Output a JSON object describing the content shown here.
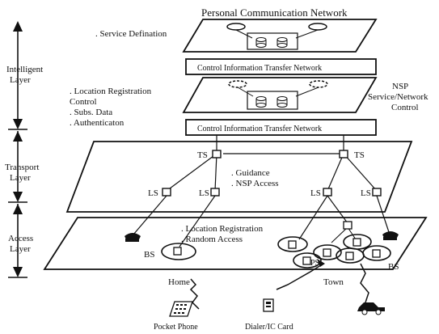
{
  "title": "Personal Communication Network",
  "layers": {
    "intelligent": [
      "Intelligent",
      "Layer"
    ],
    "transport": [
      "Transport",
      "Layer"
    ],
    "access": [
      "Access",
      "Layer"
    ]
  },
  "plane_labels": {
    "service_definition": ". Service Defination",
    "location_block": [
      ". Location Registration",
      "  Control",
      ". Subs. Data",
      ". Authenticaton"
    ],
    "guidance": [
      ". Guidance",
      ". NSP Access"
    ],
    "access_block": [
      ". Location Registration",
      ". Random Access"
    ]
  },
  "transfer_network": "Control  Information Transfer Network",
  "nsp_label": [
    "NSP",
    "Service/Network",
    "Control"
  ],
  "nodes": {
    "ts": "TS",
    "ls": "LS",
    "ls_partial": "LS",
    "bs": "BS",
    "ps": "PS"
  },
  "places": {
    "home": "Home",
    "town": "Town"
  },
  "devices": {
    "pocket_phone": "Pocket Phone",
    "dialer_card": "Dialer/IC Card"
  }
}
